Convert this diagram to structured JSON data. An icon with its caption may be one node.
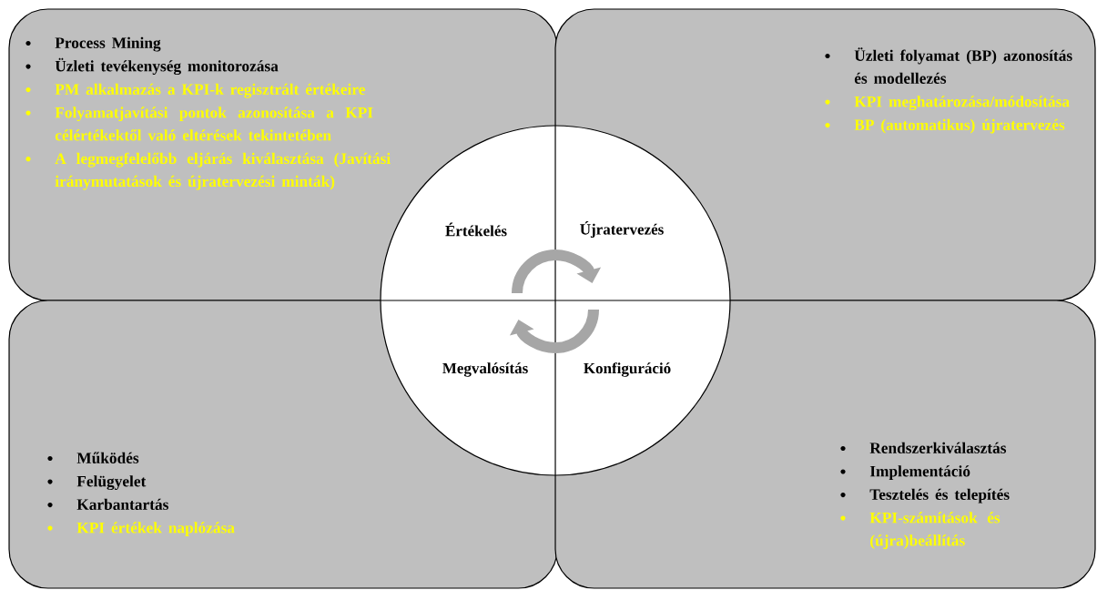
{
  "diagram": {
    "nodes": [
      {
        "text": [
          "Process Mining",
          "Üzleti tevékenység monitorozása",
          "PM alkalmazás a KPI-k regisztrált értékeire",
          "Folyamatjavítási pontok azonosítása a KPI célértékektől való eltérések tekintetében",
          "A legmegfelelőbb eljárás kiválasztása (Javítási iránymutatások és újratervezési minták)"
        ]
      },
      {
        "text": [
          "Üzleti folyamat (BP) azonosítás és modellezés",
          "KPI meghatározása/módosítása",
          "BP (automatikus) újratervezés"
        ]
      },
      {
        "text": [
          "Működés",
          "Felügyelet",
          "Karbantartás",
          "KPI értékek naplózása"
        ]
      },
      {
        "text": [
          "Rendszerkiválasztás",
          "Implementáció",
          "Tesztelés és telepítés",
          "KPI-számítások és (újra)beállítás"
        ]
      },
      {
        "text": [
          "Értékelés",
          "Újratervezés",
          "Megvalósítás",
          "Konfiguráció"
        ]
      }
    ]
  }
}
